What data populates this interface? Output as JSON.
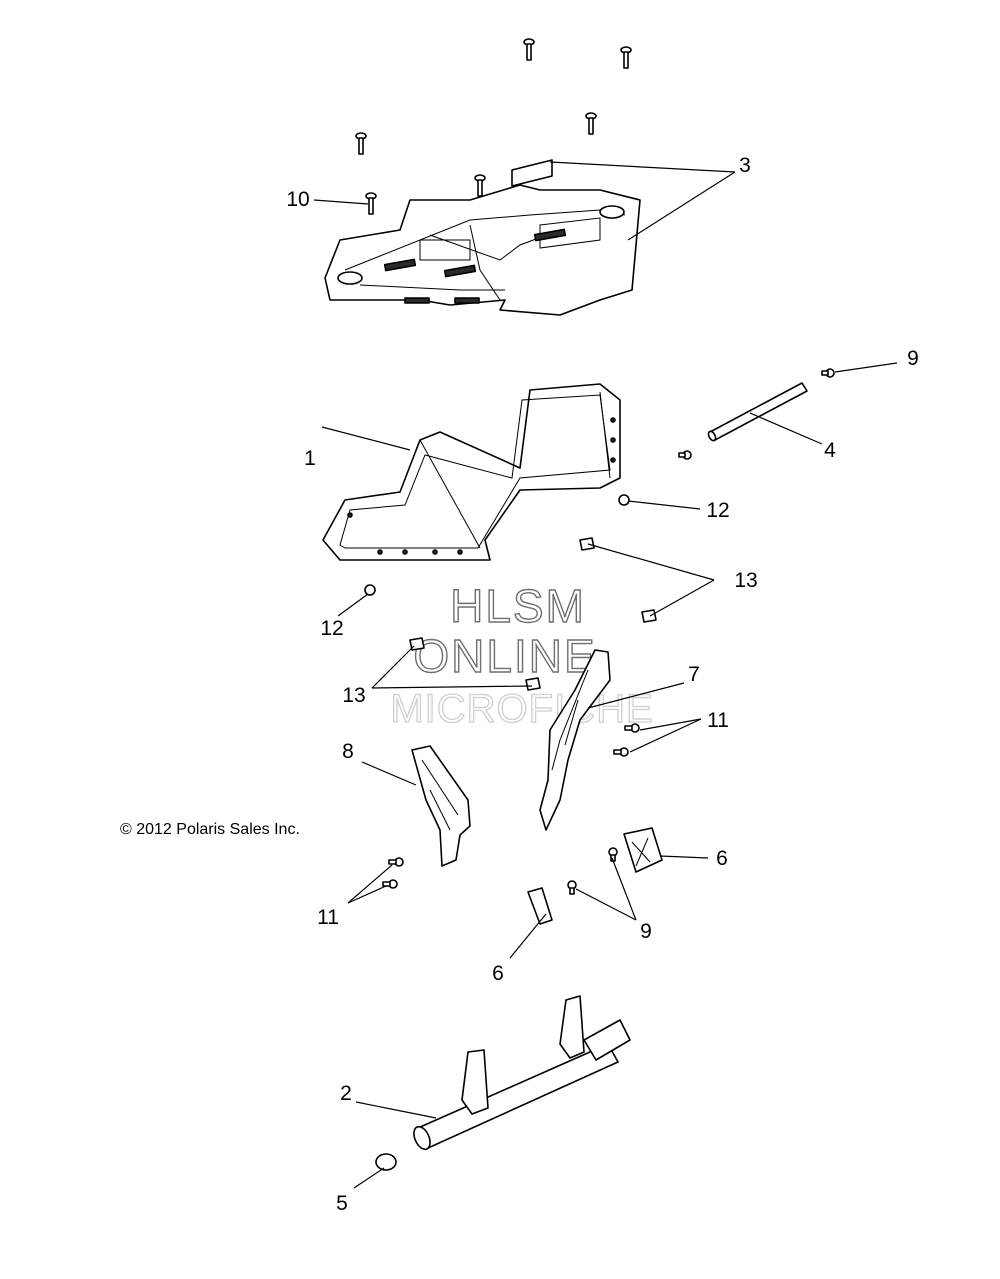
{
  "callouts": [
    {
      "num": "1"
    },
    {
      "num": "2"
    },
    {
      "num": "3"
    },
    {
      "num": "4"
    },
    {
      "num": "5"
    },
    {
      "num": "6"
    },
    {
      "num": "6"
    },
    {
      "num": "7"
    },
    {
      "num": "8"
    },
    {
      "num": "9"
    },
    {
      "num": "9"
    },
    {
      "num": "10"
    },
    {
      "num": "11"
    },
    {
      "num": "11"
    },
    {
      "num": "12"
    },
    {
      "num": "12"
    },
    {
      "num": "13"
    },
    {
      "num": "13"
    }
  ],
  "copyright": "© 2012 Polaris Sales Inc.",
  "watermark": {
    "line1": "HLSM",
    "line2": "ONLINE",
    "line3": "MICROFICHE"
  }
}
